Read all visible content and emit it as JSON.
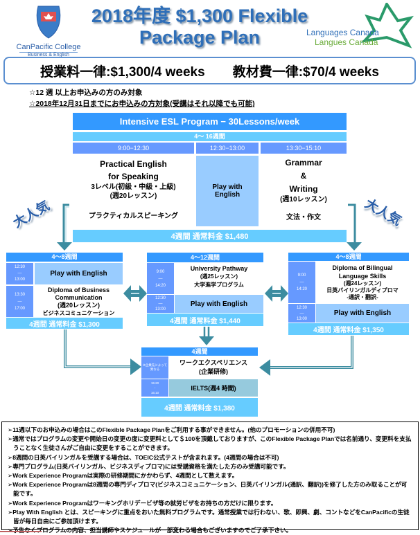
{
  "logo_left": {
    "name": "CanPacific College",
    "sub": "Business & English"
  },
  "title": {
    "line1": "2018年度 $1,300 Flexible",
    "line2": "Package Plan"
  },
  "logo_right": {
    "en": "Languages Canada",
    "fr": "Langues Canada"
  },
  "pricing": {
    "tuition": "授業料一律:$1,300/4 weeks",
    "materials": "教材費一律:$70/4 weeks"
  },
  "conditions": [
    "☆12 週 以上お申込みの方のみ対象",
    "☆2018年12月31日までにお申込みの方対象(受講はそれ以降でも可能)"
  ],
  "popular_label": "大人気",
  "esl": {
    "title": "Intensive ESL Program − 30Lessons/week",
    "duration": "4〜 16週間",
    "times": [
      "9:00−12:30",
      "12:30−13:00",
      "13:30−15:10"
    ],
    "col1": [
      "Practical English",
      "for Speaking",
      "3レベル(初級・中級・上級)",
      "(週20レッスン)",
      "プラクティカルスピーキング"
    ],
    "col2": "Play with English",
    "col3": [
      "Grammar",
      "&",
      "Writing",
      "(週10レッスン)",
      "文法・作文"
    ],
    "price": "4週間 通常料金 $1,480"
  },
  "business": {
    "duration": "4〜8週間",
    "time1": [
      "12:30",
      "—",
      "13:00"
    ],
    "play": "Play with English",
    "time2": [
      "13:30",
      "—",
      "17:00"
    ],
    "course": [
      "Diploma of Business",
      "Communication",
      "(週20レッスン)",
      "ビジネスコミュニケーション"
    ],
    "price": "4週間 通常料金 $1,300"
  },
  "university": {
    "duration": "4〜12週間",
    "time1": [
      "9:00",
      "—",
      "14:20"
    ],
    "course": [
      "University Pathway",
      "(週25レッスン)",
      "大学進学プログラム"
    ],
    "time2": [
      "12:30",
      "—",
      "13:00"
    ],
    "play": "Play with English",
    "price": "4週間 通常料金 $1,440"
  },
  "bilingual": {
    "duration": "4〜8週間",
    "time1": [
      "9:00",
      "—",
      "14:20"
    ],
    "course": [
      "Diploma of Bilingual",
      "Language Skills",
      "(週24レッスン)",
      "日英バイリンガルディプロマ",
      "-通訳・翻訳-"
    ],
    "time2": [
      "12:30",
      "—",
      "13:00"
    ],
    "play": "Play with English",
    "price": "4週間 通常料金 $1,350"
  },
  "work": {
    "duration": "4週間",
    "time1": "※企業先によって異なる",
    "course": [
      "ワークエクスペリエンス",
      "(企業研修)"
    ],
    "time2": [
      "15:20",
      "-",
      "16:10"
    ],
    "ielts": "IELTS(週4 時間)",
    "price": "4週間 通常料金 $1,380"
  },
  "notes": [
    "➢11週以下のお申込みの場合はこのFlexible Package Planをご利用する事ができません。(他のプロモーションの併用不可)",
    "➢通常ではプログラムの変更や開始日の変更の度に変更料として＄100を頂戴しておりますが、このFlexible Package Planでは名前通り、変更料を支払うことなく生徒さんがご自由に変更をすることができます。",
    "➢8週間の日英バイリンガルを受講する場合は、TOEIC公式テストが含まれます。(4週間の場合は不可)",
    "➢専門プログラム(日英バイリンガル、ビジネスディプロマ)には受講資格を満たした方のみ受講可能です。",
    "➢Work Experience Programは実際の研修期間にかかわらず、4週間として数えます。",
    "➢Work Experience Programは8週間の専門ディプロマ(ビジネスコミュニケーション、日英バイリンガル(通訳、翻訳))を修了した方のみ取ることが可能です。",
    "➢Work Experience Programはワーキングホリデービザ等の就労ビザをお持ちの方だけに限ります。",
    "➢Play With English とは、スピーキングに重点をおいた無料プログラムです。通常授業では行わない、歌、即興、劇、コントなどをCanPacificの生徒皆が毎日自由にご参加頂けます。",
    "➢予告なくプログラムの内容、担当講師やスケジュールが一部変わる場合もございますのでご了承下さい。"
  ]
}
